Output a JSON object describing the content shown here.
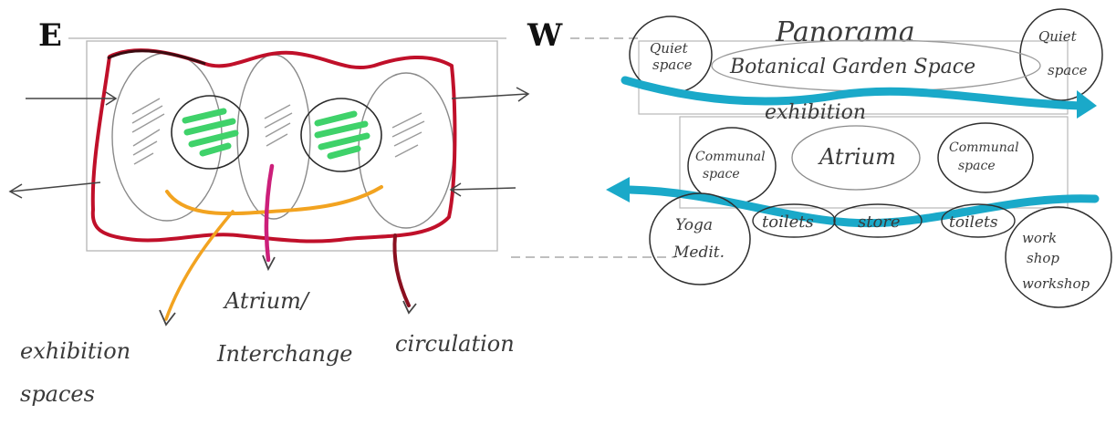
{
  "left": {
    "compass": "E",
    "labels": {
      "exhibition_line1": "exhibition",
      "exhibition_line2": "spaces",
      "atrium_line1": "Atrium/",
      "atrium_line2": "Interchange",
      "circulation": "circulation"
    }
  },
  "right": {
    "compass": "W",
    "title": "Panorama",
    "labels": {
      "quiet_left_1": "Quiet",
      "quiet_left_2": "space",
      "quiet_right_1": "Quiet",
      "quiet_right_2": "space",
      "botanical": "Botanical Garden Space",
      "exhibition": "exhibition",
      "communal_left_1": "Communal",
      "communal_left_2": "space",
      "atrium": "Atrium",
      "communal_right_1": "Communal",
      "communal_right_2": "space",
      "yoga_1": "Yoga",
      "yoga_2": "Medit.",
      "toilets_left": "toilets",
      "store": "store",
      "toilets_right": "toilets",
      "workshop_1": "work",
      "workshop_2": "shop",
      "workshop_3": "workshop"
    }
  },
  "colors": {
    "circulation": "#c0102a",
    "exhibition_path": "#f2a320",
    "atrium_path": "#cc1f7a",
    "garden": "#3fd26a",
    "flow": "#1aa9c9",
    "pencil": "#8a8a8a",
    "ink": "#2a2a2a"
  }
}
